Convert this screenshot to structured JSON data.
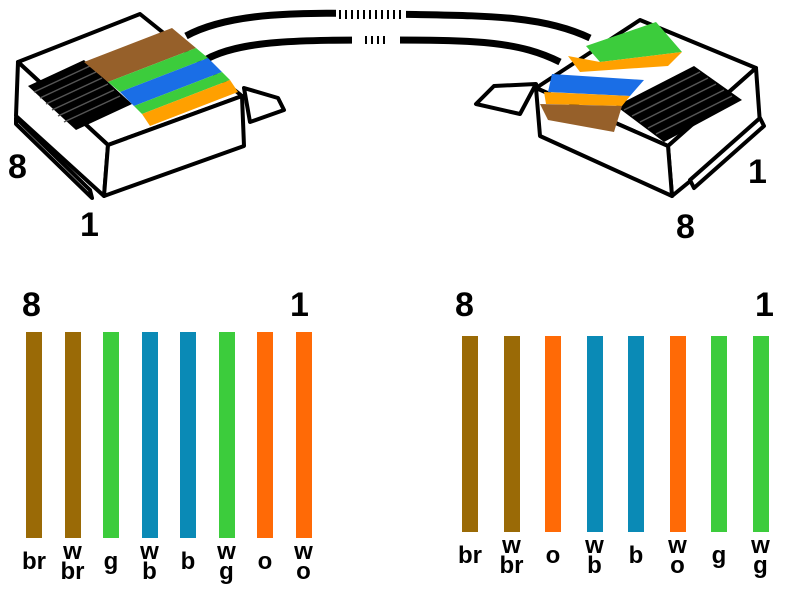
{
  "colors": {
    "brown": "#9a6a06",
    "green": "#3ccc3c",
    "blue": "#0a8ab6",
    "orange": "#ff6a06",
    "plug_brown": "#96602a",
    "plug_green": "#3ccc3c",
    "plug_blue": "#1a6ee6",
    "plug_orange": "#ffa000"
  },
  "left_plug": {
    "pin_top": "8",
    "pin_bottom": "1"
  },
  "right_plug": {
    "pin_top": "1",
    "pin_bottom": "8"
  },
  "left_diagram": {
    "pin_left": "8",
    "pin_right": "1",
    "wires": [
      {
        "color": "brown",
        "label": [
          "br"
        ]
      },
      {
        "color": "brown",
        "label": [
          "w",
          "br"
        ]
      },
      {
        "color": "green",
        "label": [
          "g"
        ]
      },
      {
        "color": "blue",
        "label": [
          "w",
          "b"
        ]
      },
      {
        "color": "blue",
        "label": [
          "b"
        ]
      },
      {
        "color": "green",
        "label": [
          "w",
          "g"
        ]
      },
      {
        "color": "orange",
        "label": [
          "o"
        ]
      },
      {
        "color": "orange",
        "label": [
          "w",
          "o"
        ]
      }
    ]
  },
  "right_diagram": {
    "pin_left": "8",
    "pin_right": "1",
    "wires": [
      {
        "color": "brown",
        "label": [
          "br"
        ]
      },
      {
        "color": "brown",
        "label": [
          "w",
          "br"
        ]
      },
      {
        "color": "orange",
        "label": [
          "o"
        ]
      },
      {
        "color": "blue",
        "label": [
          "w",
          "b"
        ]
      },
      {
        "color": "blue",
        "label": [
          "b"
        ]
      },
      {
        "color": "orange",
        "label": [
          "w",
          "o"
        ]
      },
      {
        "color": "green",
        "label": [
          "g"
        ]
      },
      {
        "color": "green",
        "label": [
          "w",
          "g"
        ]
      }
    ]
  }
}
